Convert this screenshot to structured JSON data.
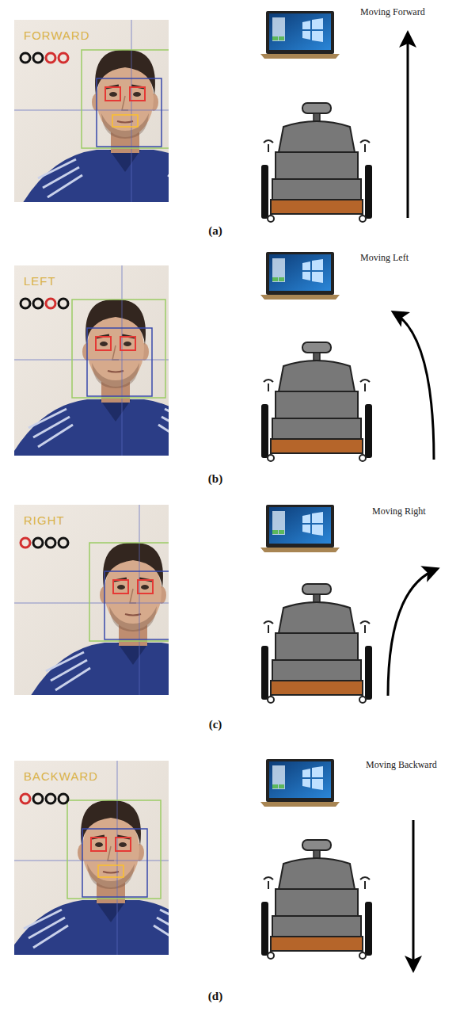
{
  "diagram": {
    "labels": [
      "FORWARD",
      "Moving Forward",
      "(a)",
      "LEFT",
      "Moving Left",
      "(b)",
      "RIGHT",
      "Moving Right",
      "(c)",
      "BACKWARD",
      "Moving Backward",
      "(d)"
    ]
  }
}
